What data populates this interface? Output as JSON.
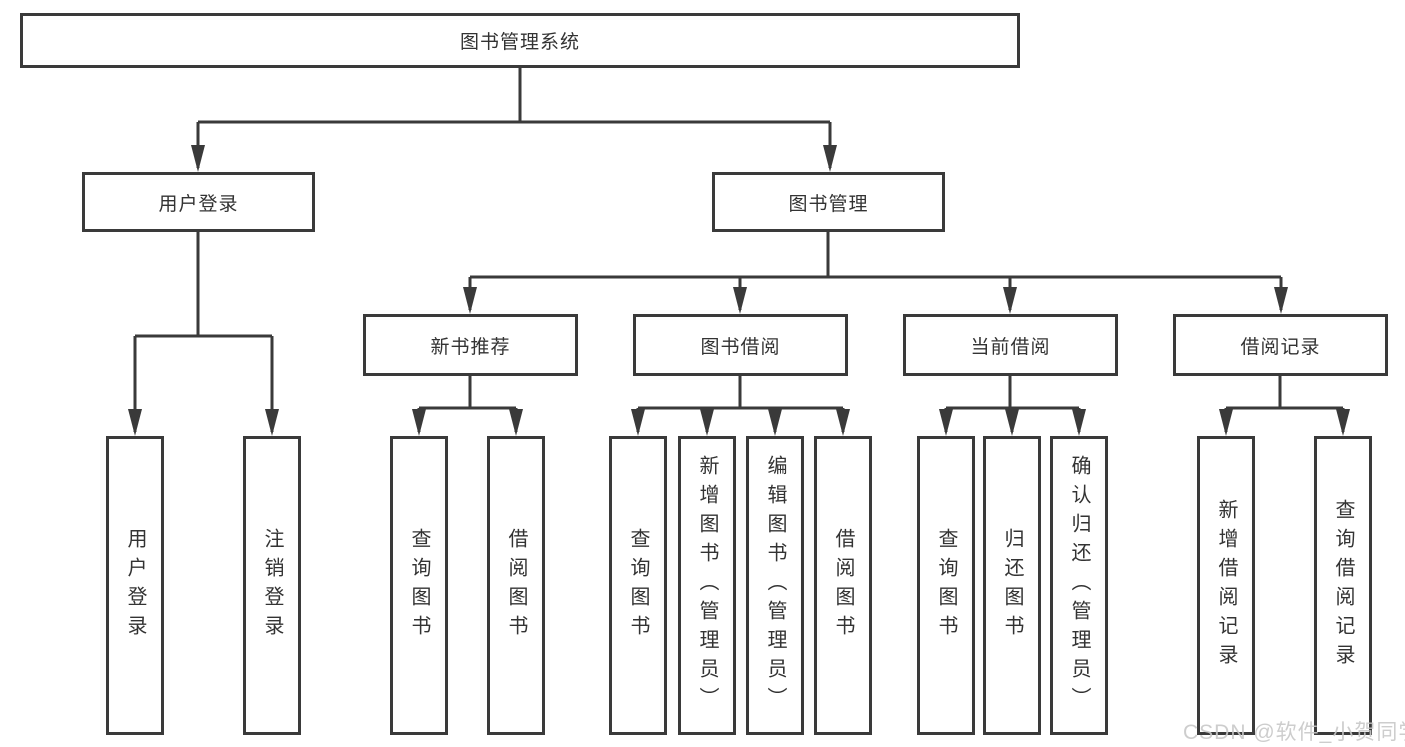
{
  "tree": {
    "root": {
      "label": "图书管理系统"
    },
    "branches": [
      {
        "label": "用户登录",
        "children": [
          {
            "label": "用户登录"
          },
          {
            "label": "注销登录"
          }
        ]
      },
      {
        "label": "图书管理",
        "children": [
          {
            "label": "新书推荐",
            "children": [
              {
                "label": "查询图书"
              },
              {
                "label": "借阅图书"
              }
            ]
          },
          {
            "label": "图书借阅",
            "children": [
              {
                "label": "查询图书"
              },
              {
                "label": "新增图书（管理员）"
              },
              {
                "label": "编辑图书（管理员）"
              },
              {
                "label": "借阅图书"
              }
            ]
          },
          {
            "label": "当前借阅",
            "children": [
              {
                "label": "查询图书"
              },
              {
                "label": "归还图书"
              },
              {
                "label": "确认归还（管理员）"
              }
            ]
          },
          {
            "label": "借阅记录",
            "children": [
              {
                "label": "新增借阅记录"
              },
              {
                "label": "查询借阅记录"
              }
            ]
          }
        ]
      }
    ]
  },
  "watermark": {
    "text": "CSDN @软件_小贺同学",
    "color": "#c8c8c8"
  },
  "colors": {
    "line": "#3a3a3a",
    "box_border": "#3a3a3a",
    "box_fill": "#ffffff",
    "text": "#333333",
    "background": "#ffffff"
  }
}
